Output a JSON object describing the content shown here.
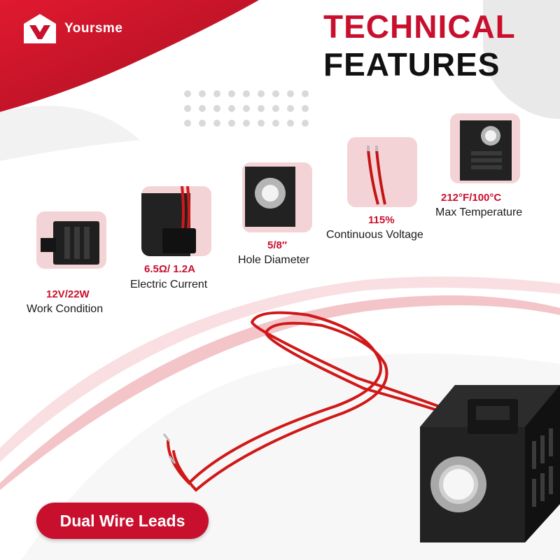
{
  "brand": {
    "name": "Yoursme"
  },
  "heading": {
    "line1": "TECHNICAL",
    "line2": "FEATURES"
  },
  "features": [
    {
      "value": "12V/22W",
      "label": "Work Condition"
    },
    {
      "value": "6.5Ω/ 1.2A",
      "label": "Electric Current"
    },
    {
      "value": "5/8″",
      "label": "Hole Diameter"
    },
    {
      "value": "115%",
      "label": "Continuous Voltage"
    },
    {
      "value": "212°F/100°C",
      "label": "Max Temperature"
    }
  ],
  "badge": {
    "label": "Dual Wire Leads"
  },
  "colors": {
    "accent": "#c8102e",
    "dark": "#111111",
    "coil": "#1c1c1c",
    "wire": "#d01818"
  }
}
